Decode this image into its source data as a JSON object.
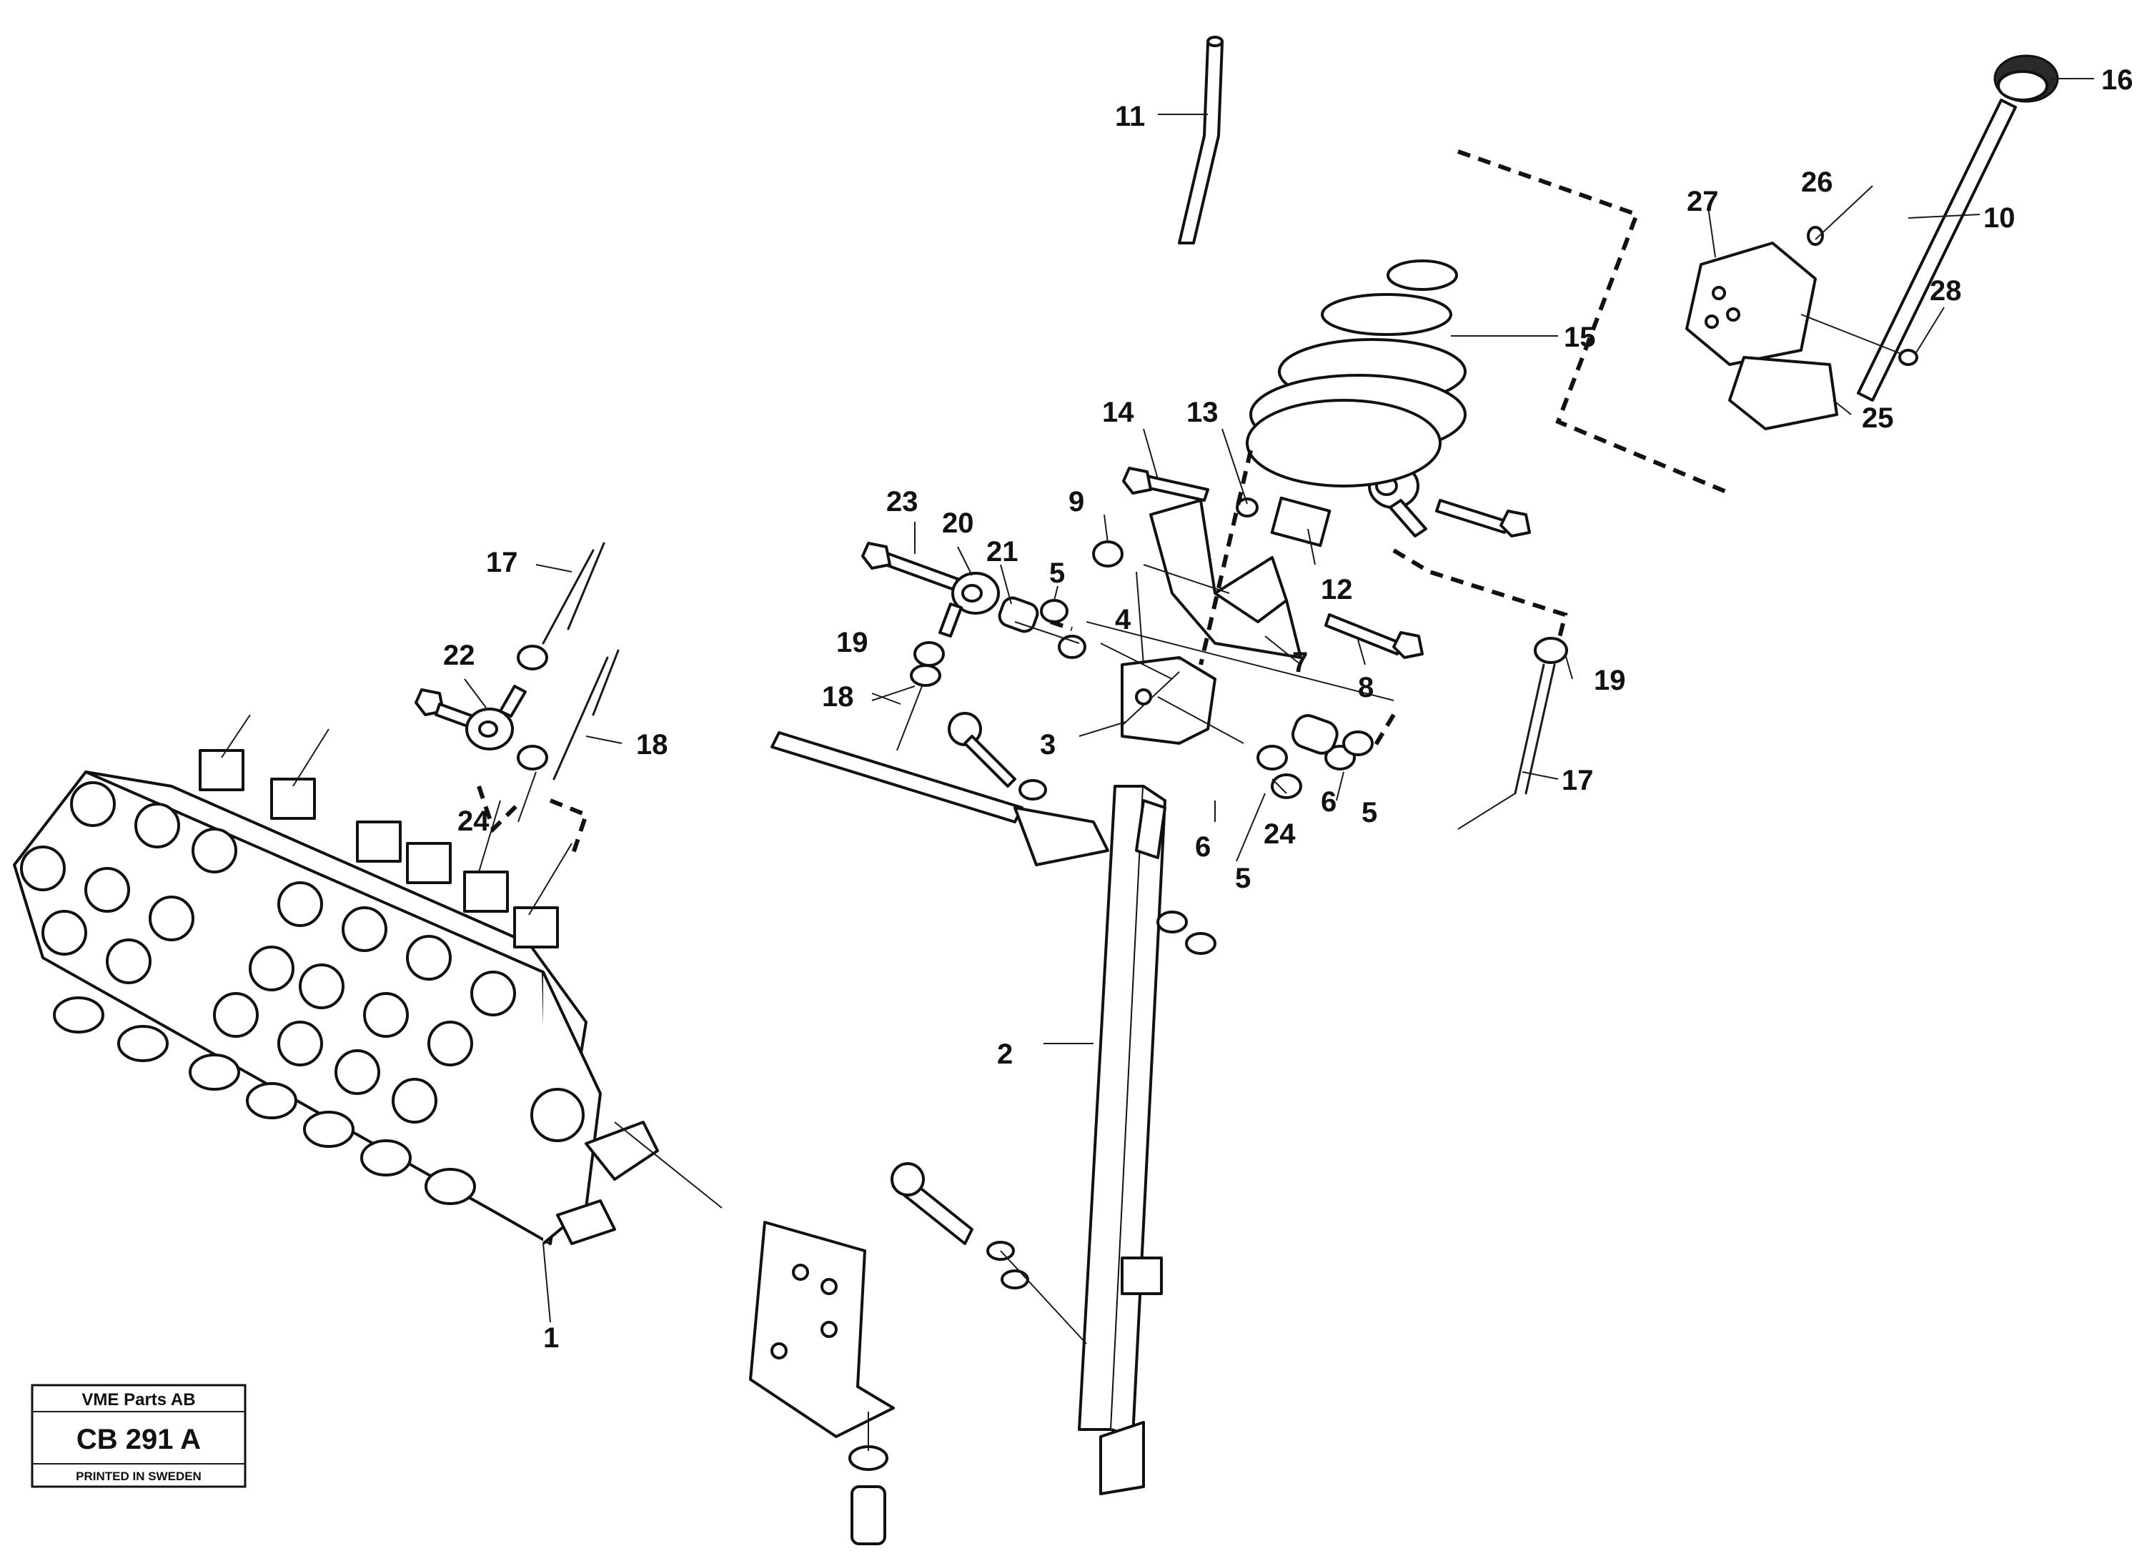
{
  "callouts": [
    "1",
    "2",
    "3",
    "4",
    "5",
    "5",
    "5",
    "6",
    "6",
    "7",
    "8",
    "9",
    "10",
    "11",
    "12",
    "13",
    "14",
    "15",
    "16",
    "17",
    "17",
    "18",
    "18",
    "19",
    "19",
    "20",
    "21",
    "22",
    "23",
    "24",
    "24",
    "25",
    "26",
    "27",
    "28"
  ],
  "title_box": {
    "company": "VME Parts AB",
    "code": "CB 291 A",
    "printed": "PRINTED IN SWEDEN"
  }
}
